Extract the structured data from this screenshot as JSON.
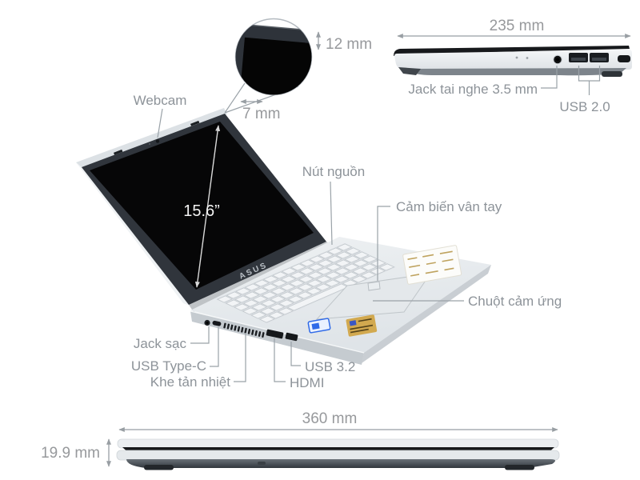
{
  "colors": {
    "label_gray": "#8d9399",
    "dim_gray": "#97999c",
    "bezel_dark": "#30353c",
    "screen_black": "#060607",
    "body_silver": "#e7eaed",
    "bottom_dark": "#4e555c",
    "sticker_gold": "#d2a94f",
    "intel_blue": "#2f6ae8"
  },
  "inset": {
    "bezel_height_label": "12 mm",
    "bezel_width_label": "7 mm"
  },
  "side_view": {
    "depth_label": "235 mm",
    "audio_jack_label": "Jack tai nghe 3.5 mm",
    "usb_label": "USB 2.0"
  },
  "laptop": {
    "brand": "ASUS",
    "screen_size_label": "15.6”",
    "webcam_label": "Webcam",
    "power_label": "Nút nguồn",
    "fingerprint_label": "Cảm biến vân tay",
    "touchpad_label": "Chuột cảm ứng",
    "charge_label": "Jack sạc",
    "usbc_label": "USB Type-C",
    "vent_label": "Khe tản nhiệt",
    "usb32_label": "USB 3.2",
    "hdmi_label": "HDMI"
  },
  "front_view": {
    "width_label": "360 mm",
    "height_label": "19.9 mm"
  }
}
